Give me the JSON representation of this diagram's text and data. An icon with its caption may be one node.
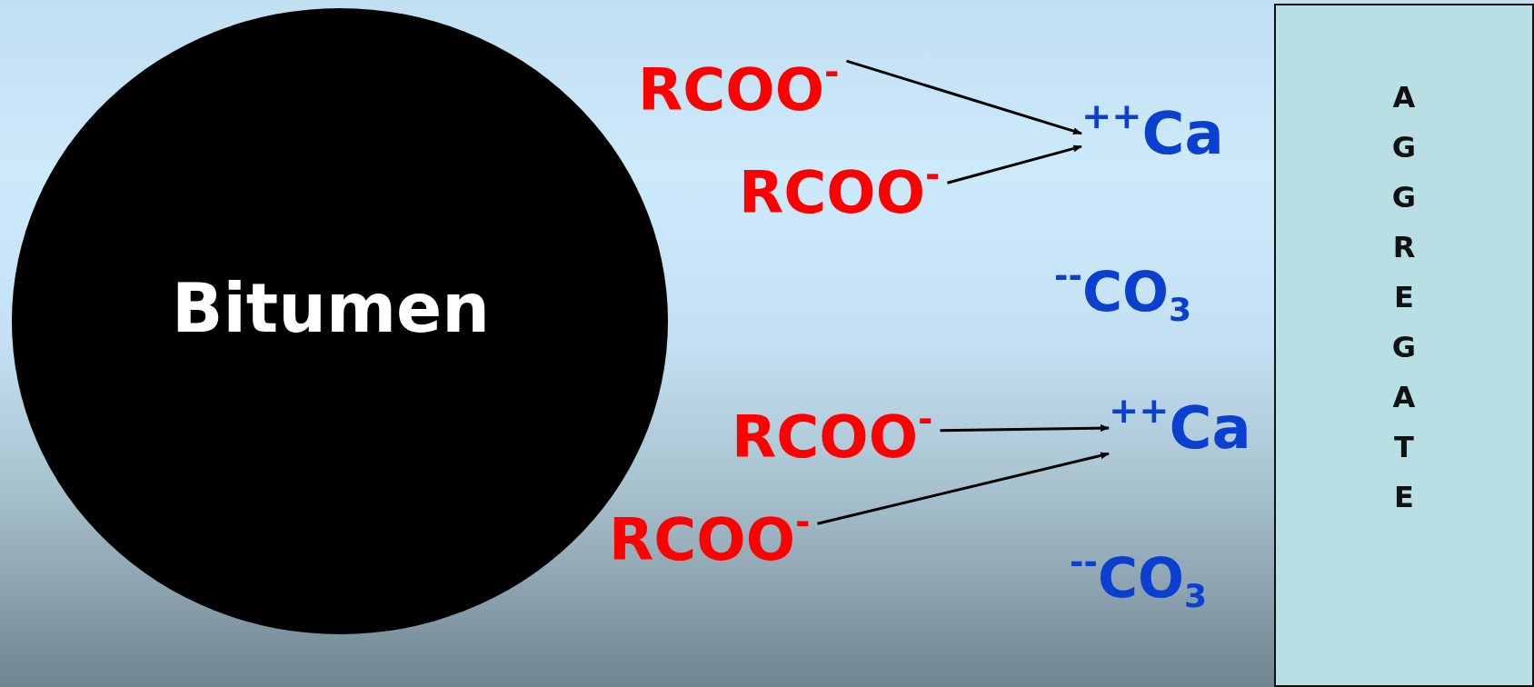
{
  "diagram": {
    "nodes": [
      {
        "text": [
          "Bitumen"
        ]
      },
      {
        "text": [
          "RCOO$^{-}$"
        ]
      },
      {
        "text": [
          "$^{++}$Ca"
        ]
      },
      {
        "text": [
          "RCOO$^{-}$"
        ]
      },
      {
        "text": [
          "$^{--}$CO$_{3}$"
        ]
      },
      {
        "text": [
          "RCOO$^{-}$"
        ]
      },
      {
        "text": [
          "$^{++}$Ca"
        ]
      },
      {
        "text": [
          "RCOO$^{-}$"
        ]
      },
      {
        "text": [
          "$^{--}$CO$_{3}$"
        ]
      },
      {
        "text": [
          "AGGREGATE"
        ]
      }
    ],
    "edges": [
      {
        "from": 1,
        "to": 2,
        "arrow": "to"
      },
      {
        "from": 3,
        "to": 2,
        "arrow": "to"
      },
      {
        "from": 5,
        "to": 6,
        "arrow": "to"
      },
      {
        "from": 7,
        "to": 6,
        "arrow": "to"
      }
    ]
  }
}
